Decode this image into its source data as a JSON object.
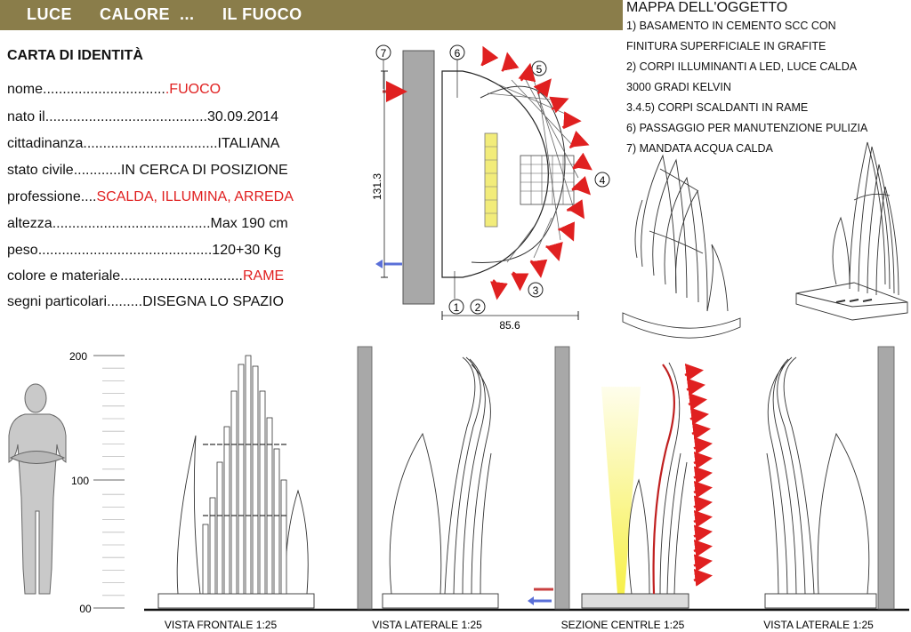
{
  "header": {
    "word1": "LUCE",
    "word2": "CALORE",
    "word3": "...",
    "word4": "IL FUOCO"
  },
  "identity": {
    "title": "CARTA DI IDENTITÀ",
    "rows": [
      {
        "key": "nome",
        "dots": "...............................",
        "value": ".FUOCO",
        "red": true
      },
      {
        "key": "nato il",
        "dots": ".........................................",
        "value": "30.09.2014",
        "red": false
      },
      {
        "key": "cittadinanza",
        "dots": "..................................",
        "value": "ITALIANA",
        "red": false
      },
      {
        "key": "stato civile",
        "dots": "............",
        "value": "IN CERCA DI POSIZIONE",
        "red": false
      },
      {
        "key": "professione",
        "dots": "....",
        "value": "SCALDA, ILLUMINA, ARREDA",
        "red": true
      },
      {
        "key": "altezza",
        "dots": "........................................",
        "value": "Max 190 cm",
        "red": false
      },
      {
        "key": "peso",
        "dots": "............................................",
        "value": "120+30 Kg",
        "red": false
      },
      {
        "key": "colore e materiale",
        "dots": "...............................",
        "value": "RAME",
        "red": true
      },
      {
        "key": "segni particolari",
        "dots": ".........",
        "value": "DISEGNA LO SPAZIO",
        "red": false
      }
    ]
  },
  "map": {
    "title": "MAPPA DELL'OGGETTO",
    "lines": [
      "1) BASAMENTO IN CEMENTO SCC CON",
      "FINITURA SUPERFICIALE IN GRAFITE",
      "2) CORPI ILLUMINANTI A LED, LUCE CALDA",
      "3000 GRADI KELVIN",
      "3.4.5) CORPI SCALDANTI IN RAME",
      "6) PASSAGGIO PER MANUTENZIONE PULIZIA",
      "7) MANDATA ACQUA CALDA"
    ]
  },
  "plan": {
    "callouts": [
      "7",
      "6",
      "5",
      "4",
      "3",
      "2",
      "1"
    ],
    "dim_height": "131.3",
    "dim_width": "85.6"
  },
  "scale": {
    "ticks": [
      "200",
      "100",
      "00"
    ]
  },
  "views": {
    "front": "VISTA FRONTALE  1:25",
    "side_left": "VISTA LATERALE  1:25",
    "section": "SEZIONE CENTRLE  1:25",
    "side_right": "VISTA LATERALE  1:25"
  },
  "colors": {
    "header": "#8a7d4a",
    "accent_red": "#e02020",
    "wall_gray": "#a8a8a8",
    "led_yellow": "#f2ec7a",
    "cold_blue": "#5a6fd8"
  }
}
